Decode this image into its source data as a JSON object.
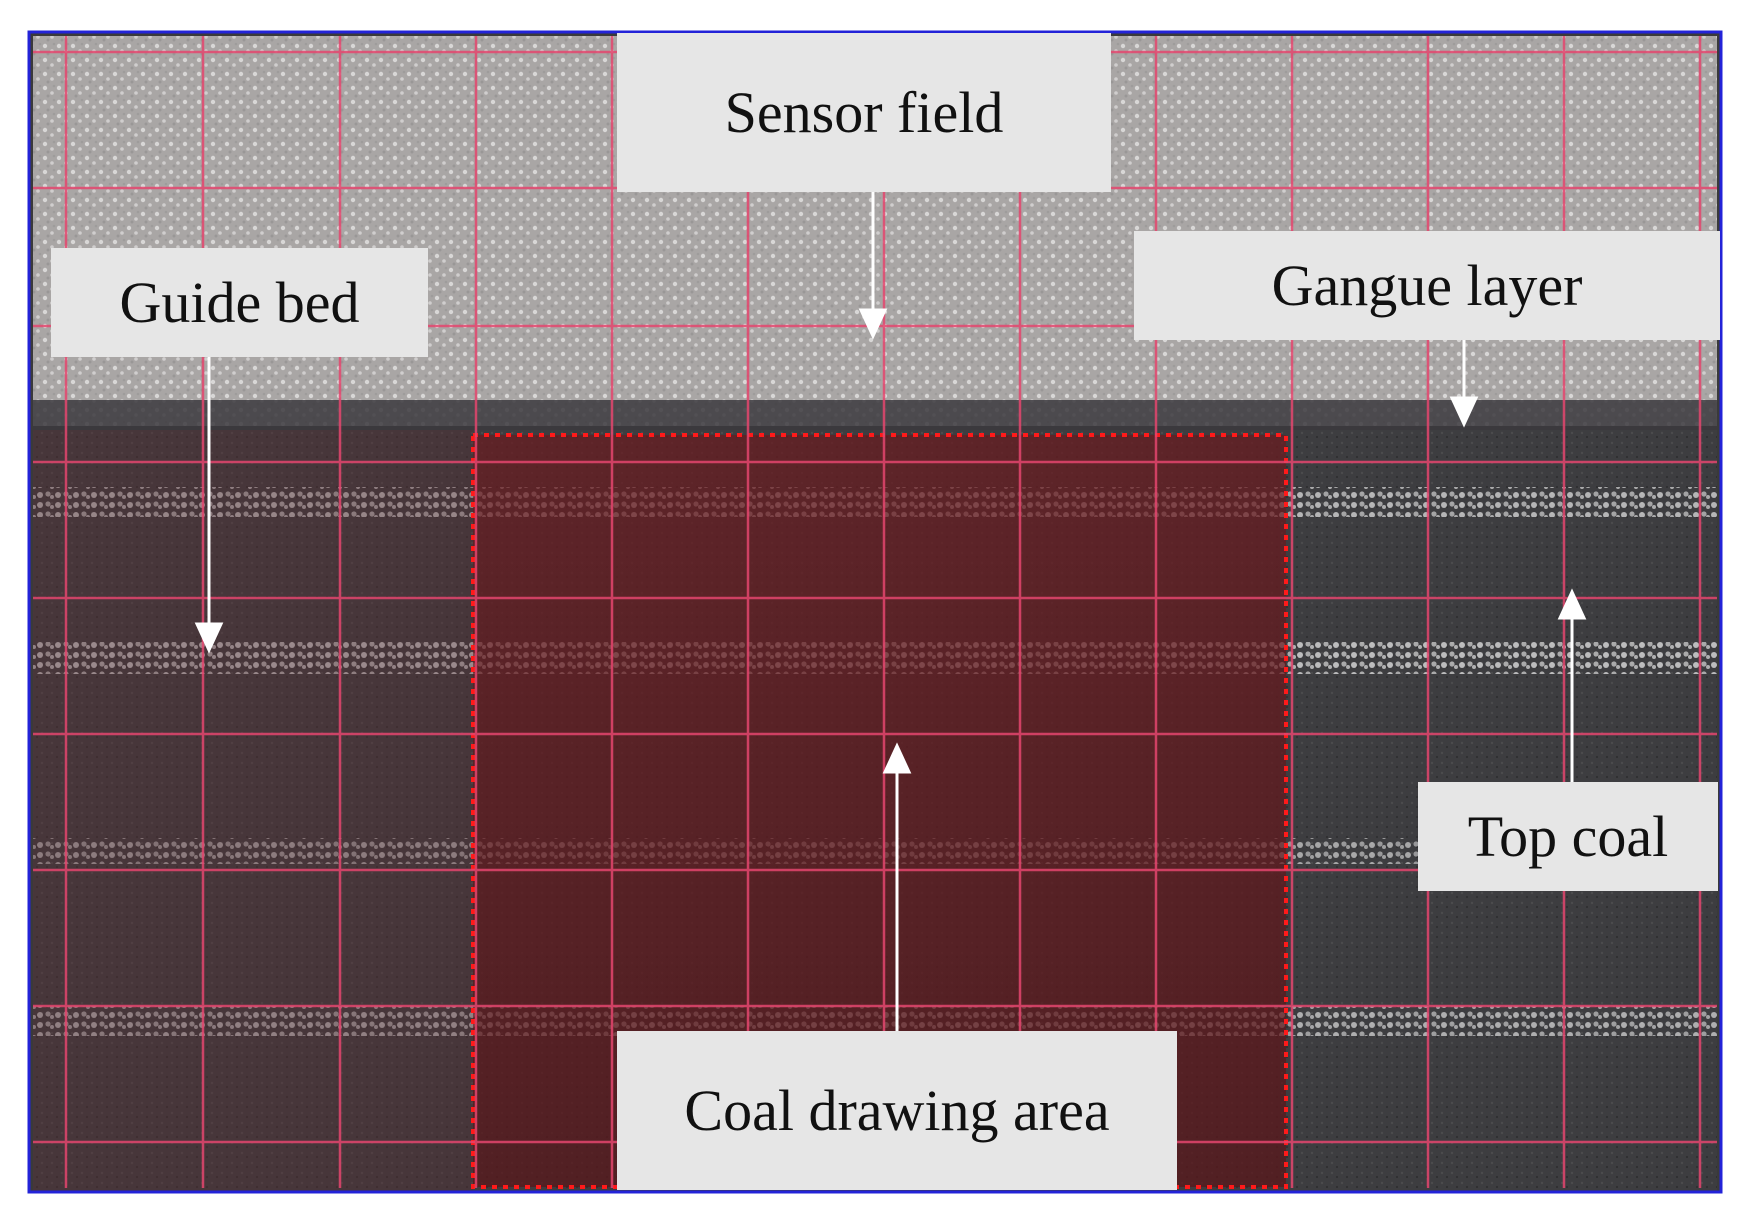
{
  "figure": {
    "description_colors": {
      "grid_line": "#e4466e",
      "selection_dash": "#ff1a1a",
      "frame": "#2323d8",
      "label_fill": "#e6e6e6",
      "arrow": "#ffffff"
    }
  },
  "labels": {
    "sensor_field": "Sensor field",
    "guide_bed": "Guide bed",
    "gangue_layer": "Gangue layer",
    "top_coal": "Top coal",
    "coal_drawing_area": "Coal drawing area"
  }
}
